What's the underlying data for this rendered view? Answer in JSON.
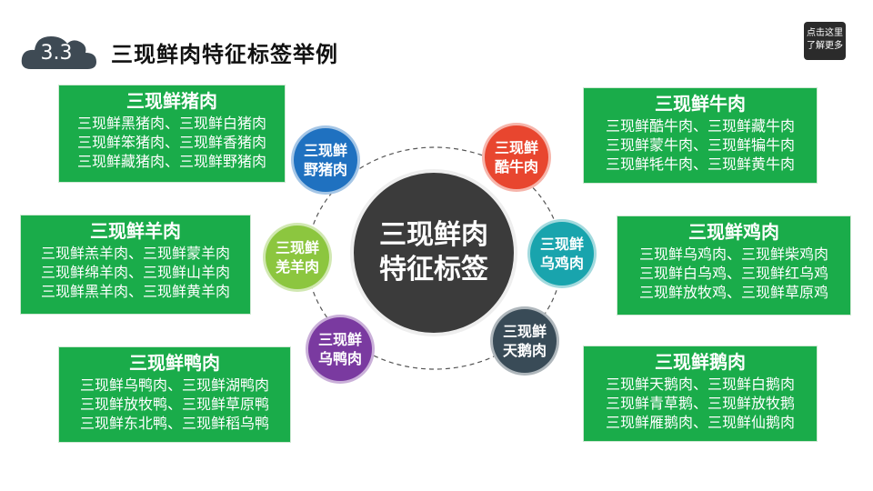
{
  "header": {
    "section_number": "3.3",
    "title": "三现鲜肉特征标签举例",
    "more_button": [
      "点击这里",
      "了解更多"
    ]
  },
  "center": {
    "lines": [
      "三现鲜肉",
      "特征标签"
    ]
  },
  "circles": [
    {
      "id": "wild-pig",
      "lines": [
        "三现鲜",
        "野猪肉"
      ],
      "color": "#1f71c0"
    },
    {
      "id": "qiang-goat",
      "lines": [
        "三现鲜",
        "羌羊肉"
      ],
      "color": "#8cc63f"
    },
    {
      "id": "black-duck",
      "lines": [
        "三现鲜",
        "乌鸭肉"
      ],
      "color": "#7a3aa0"
    },
    {
      "id": "yak",
      "lines": [
        "三现鲜",
        "酷牛肉"
      ],
      "color": "#e8462f"
    },
    {
      "id": "black-chicken",
      "lines": [
        "三现鲜",
        "乌鸡肉"
      ],
      "color": "#19a4ad"
    },
    {
      "id": "swan",
      "lines": [
        "三现鲜",
        "天鹅肉"
      ],
      "color": "#394b57"
    }
  ],
  "boxes": {
    "pork": {
      "title": "三现鲜猪肉",
      "lines": [
        "三现鲜黑猪肉、三现鲜白猪肉",
        "三现鲜笨猪肉、三现鲜香猪肉",
        "三现鲜藏猪肉、三现鲜野猪肉"
      ]
    },
    "mutton": {
      "title": "三现鲜羊肉",
      "lines": [
        "三现鲜羔羊肉、三现鲜蒙羊肉",
        "三现鲜绵羊肉、三现鲜山羊肉",
        "三现鲜黑羊肉、三现鲜黄羊肉"
      ]
    },
    "duck": {
      "title": "三现鲜鸭肉",
      "lines": [
        "三现鲜乌鸭肉、三现鲜湖鸭肉",
        "三现鲜放牧鸭、三现鲜草原鸭",
        "三现鲜东北鸭、三现鲜稻乌鸭"
      ]
    },
    "beef": {
      "title": "三现鲜牛肉",
      "lines": [
        "三现鲜酷牛肉、三现鲜藏牛肉",
        "三现鲜蒙牛肉、三现鲜犏牛肉",
        "三现鲜牦牛肉、三现鲜黄牛肉"
      ]
    },
    "chicken": {
      "title": "三现鲜鸡肉",
      "lines": [
        "三现鲜乌鸡肉、三现鲜柴鸡肉",
        "三现鲜白乌鸡、三现鲜红乌鸡",
        "三现鲜放牧鸡、三现鲜草原鸡"
      ]
    },
    "goose": {
      "title": "三现鲜鹅肉",
      "lines": [
        "三现鲜天鹅肉、三现鲜白鹅肉",
        "三现鲜青草鹅、三现鲜放牧鹅",
        "三现鲜雁鹅肉、三现鲜仙鹅肉"
      ]
    }
  },
  "colors": {
    "box_green": "#1aac4a",
    "cloud": "#3e4a54",
    "center": "#3b3b3b"
  }
}
